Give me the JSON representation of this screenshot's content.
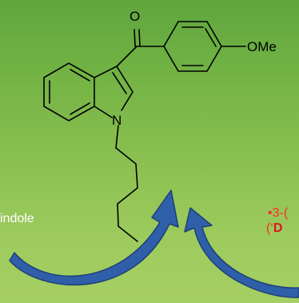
{
  "molecule": {
    "atoms": {
      "oxygen": "O",
      "nitrogen": "N",
      "methoxy": "OMe"
    }
  },
  "labels": {
    "left_text": "indole",
    "right_bullet": "•3-(",
    "right_paren": "(‘",
    "right_bold": "D"
  },
  "colors": {
    "bond": "#000000",
    "arrow_fill": "#2f5fa8",
    "arrow_edge": "#1e3f78",
    "right_text": "#ff2a2a",
    "right_bold": "#e0141e",
    "left_text": "#ffffff"
  },
  "icons": {
    "left_arrow": "curved-arrow-icon",
    "right_arrow": "curved-arrow-icon"
  }
}
